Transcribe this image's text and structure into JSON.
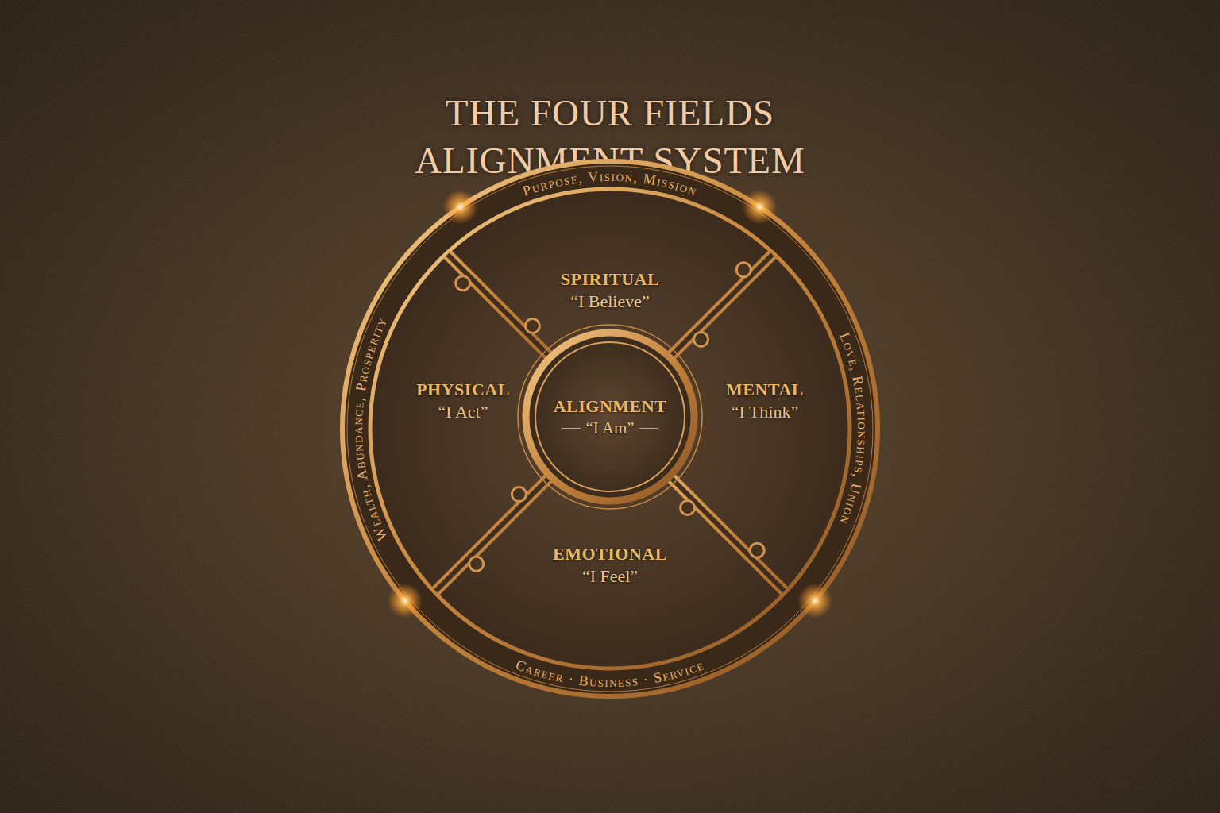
{
  "diagram": {
    "title": "THE FOUR FIELDS ALIGNMENT SYSTEM",
    "nodes": [
      {
        "text": [
          "Purpose, Vision, Mission",
          "Wealth, Abundance, Prosperity",
          "Love, Relationships, Union",
          "Career · Business · Service"
        ]
      },
      {
        "text": [
          "SPIRITUAL",
          "“I Believe”"
        ],
        "in": 0
      },
      {
        "text": [
          "PHYSICAL",
          "“I Act”"
        ],
        "in": 0
      },
      {
        "text": [
          "ALIGNMENT",
          "“I Am”"
        ],
        "in": 0
      },
      {
        "text": [
          "MENTAL",
          "“I Think”"
        ],
        "in": 0
      },
      {
        "text": [
          "EMOTIONAL",
          "“I Feel”"
        ],
        "in": 0
      }
    ]
  }
}
